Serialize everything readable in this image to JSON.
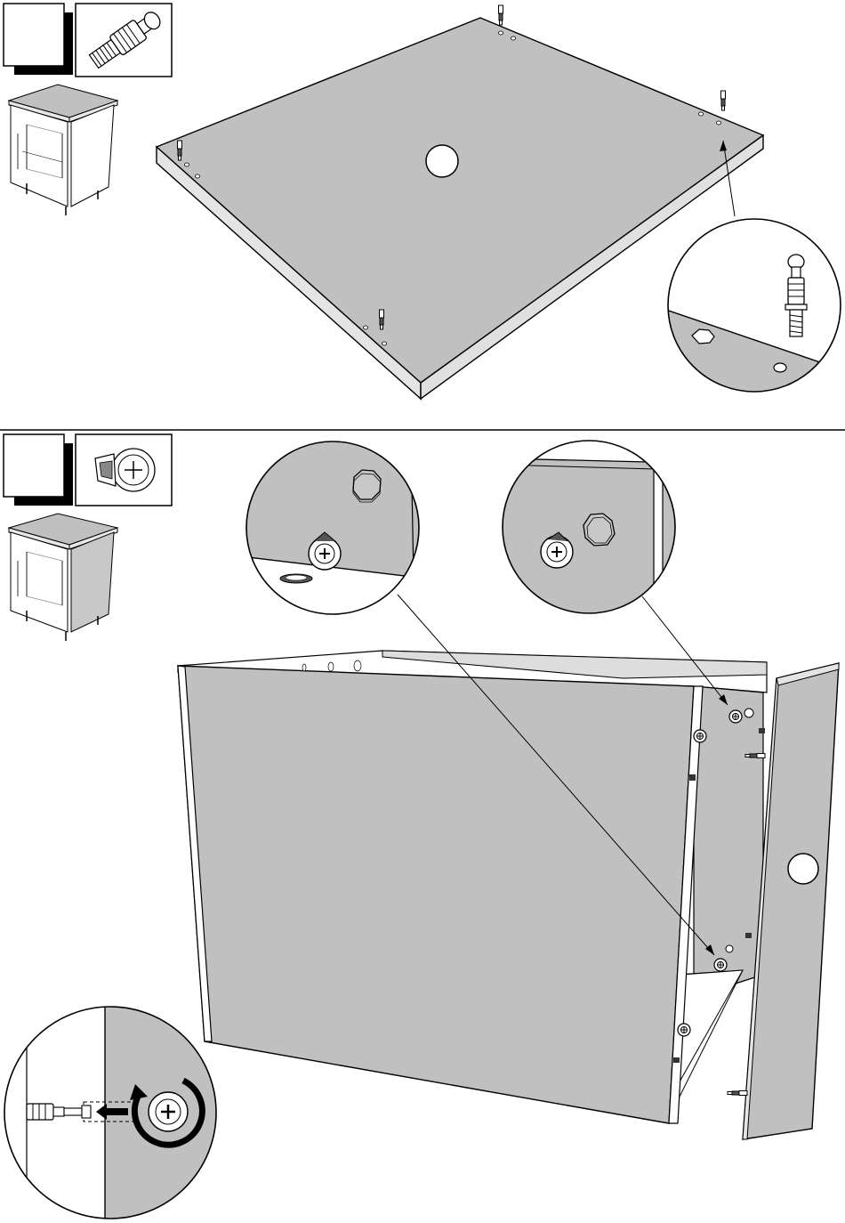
{
  "page": {
    "kind": "assembly-instructions",
    "colors": {
      "panel_fill": "#c0c0c0",
      "panel_edge": "#e4e4e4",
      "line": "#000000",
      "background": "#ffffff"
    }
  },
  "steps": [
    {
      "number": "",
      "hardware_icon": "cam-dowel-icon",
      "overview_icon": "cabinet-overview-icon",
      "panel": "top-panel",
      "detail": "dowel-insert-detail"
    },
    {
      "number": "",
      "hardware_icon": "cam-lock-icon",
      "overview_icon": "cabinet-overview-icon",
      "panel": "cabinet-body",
      "details": [
        "cam-lock-detail-left",
        "cam-lock-detail-right",
        "cam-rotation-detail"
      ]
    }
  ]
}
